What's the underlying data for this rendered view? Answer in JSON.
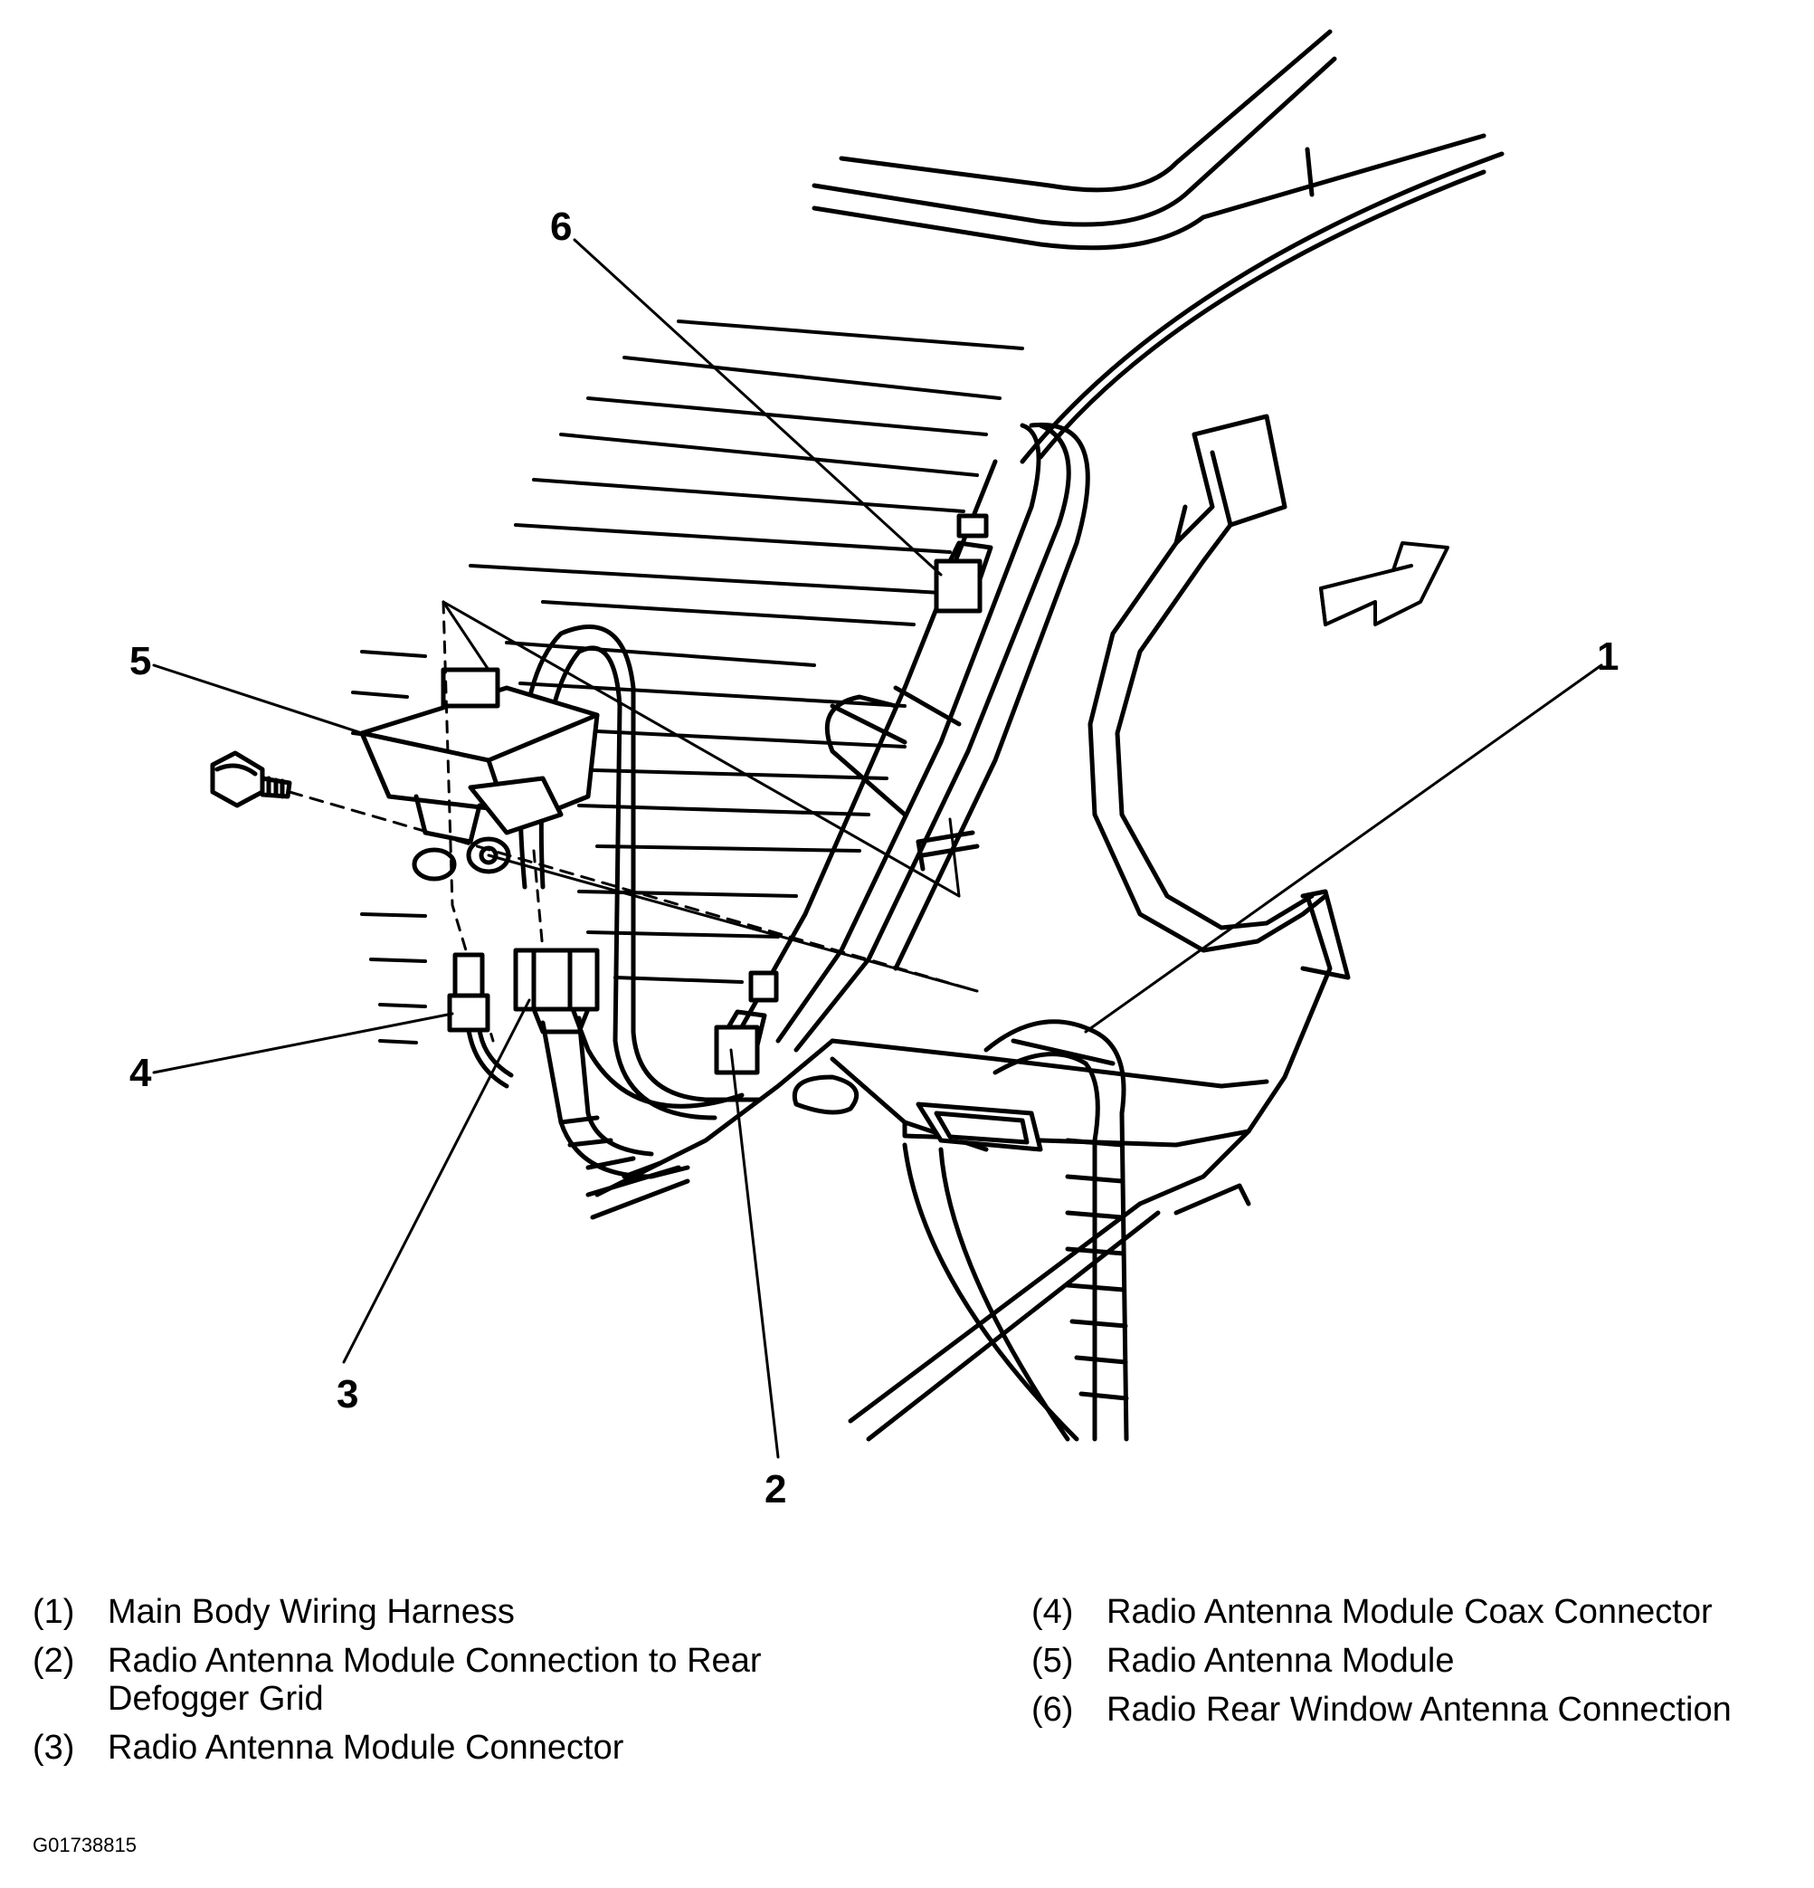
{
  "diagram": {
    "callouts": [
      {
        "id": "1",
        "label": "1"
      },
      {
        "id": "2",
        "label": "2"
      },
      {
        "id": "3",
        "label": "3"
      },
      {
        "id": "4",
        "label": "4"
      },
      {
        "id": "5",
        "label": "5"
      },
      {
        "id": "6",
        "label": "6"
      }
    ]
  },
  "legend": {
    "left": [
      {
        "num": "(1)",
        "text": "Main Body Wiring Harness"
      },
      {
        "num": "(2)",
        "text": "Radio Antenna Module Connection to Rear Defogger Grid"
      },
      {
        "num": "(3)",
        "text": "Radio Antenna Module Connector"
      }
    ],
    "right": [
      {
        "num": "(4)",
        "text": "Radio Antenna Module Coax Connector"
      },
      {
        "num": "(5)",
        "text": "Radio Antenna Module"
      },
      {
        "num": "(6)",
        "text": "Radio Rear Window Antenna Connection"
      }
    ]
  },
  "figure_id": "G01738815"
}
